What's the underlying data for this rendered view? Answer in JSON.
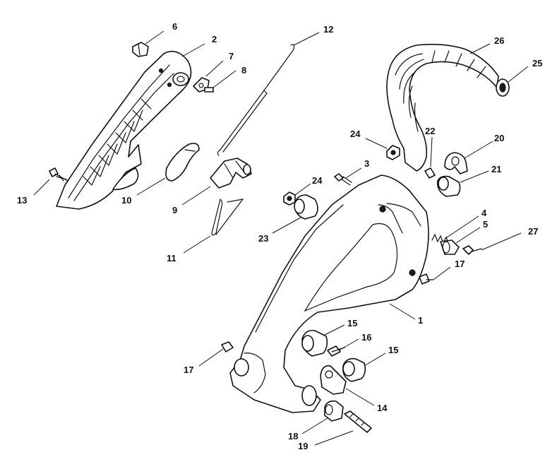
{
  "callouts": [
    {
      "id": "1",
      "label": "1"
    },
    {
      "id": "2",
      "label": "2"
    },
    {
      "id": "3",
      "label": "3"
    },
    {
      "id": "4",
      "label": "4"
    },
    {
      "id": "5",
      "label": "5"
    },
    {
      "id": "6",
      "label": "6"
    },
    {
      "id": "7",
      "label": "7"
    },
    {
      "id": "8",
      "label": "8"
    },
    {
      "id": "9",
      "label": "9"
    },
    {
      "id": "10",
      "label": "10"
    },
    {
      "id": "11",
      "label": "11"
    },
    {
      "id": "12",
      "label": "12"
    },
    {
      "id": "13",
      "label": "13"
    },
    {
      "id": "14",
      "label": "14"
    },
    {
      "id": "15a",
      "label": "15"
    },
    {
      "id": "15b",
      "label": "15"
    },
    {
      "id": "16",
      "label": "16"
    },
    {
      "id": "17a",
      "label": "17"
    },
    {
      "id": "17b",
      "label": "17"
    },
    {
      "id": "18",
      "label": "18"
    },
    {
      "id": "19",
      "label": "19"
    },
    {
      "id": "20",
      "label": "20"
    },
    {
      "id": "21",
      "label": "21"
    },
    {
      "id": "22",
      "label": "22"
    },
    {
      "id": "23",
      "label": "23"
    },
    {
      "id": "24a",
      "label": "24"
    },
    {
      "id": "24b",
      "label": "24"
    },
    {
      "id": "25",
      "label": "25"
    },
    {
      "id": "26",
      "label": "26"
    },
    {
      "id": "27",
      "label": "27"
    }
  ]
}
